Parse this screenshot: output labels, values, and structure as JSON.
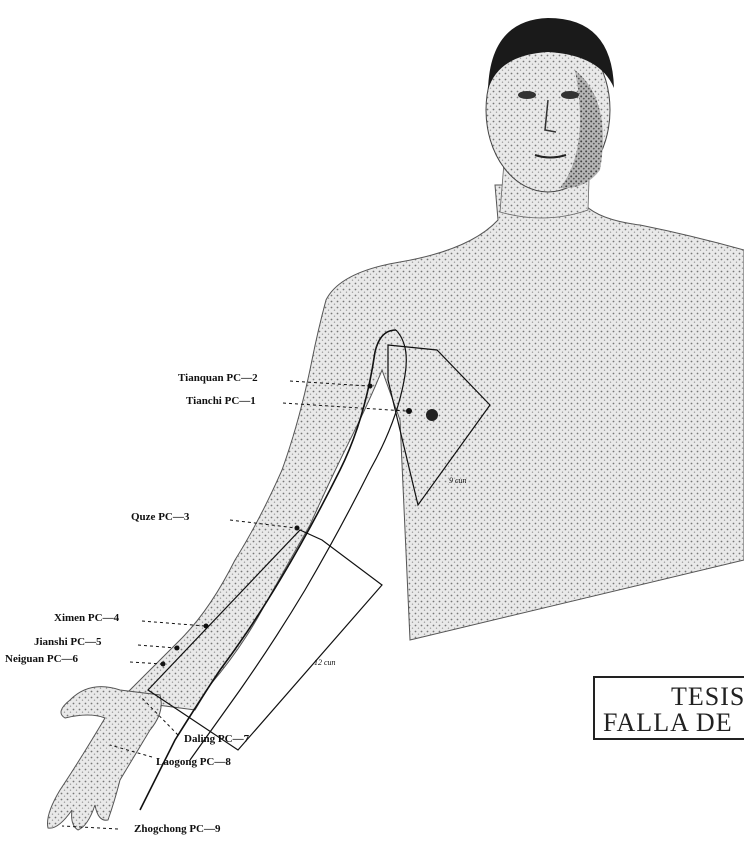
{
  "points": [
    {
      "id": "tianquan",
      "label": "Tianquan PC—2"
    },
    {
      "id": "tianchi",
      "label": "Tianchi PC—1"
    },
    {
      "id": "quze",
      "label": "Quze PC—3"
    },
    {
      "id": "ximen",
      "label": "Ximen PC—4"
    },
    {
      "id": "jianshi",
      "label": "Jianshi PC—5"
    },
    {
      "id": "neiguan",
      "label": "Neiguan PC—6"
    },
    {
      "id": "daling",
      "label": "Daling PC—7"
    },
    {
      "id": "laogong",
      "label": "Laogong PC—8"
    },
    {
      "id": "zhongchong",
      "label": "Zhogchong PC—9"
    }
  ],
  "measurements": {
    "upper_arm": "9 cun",
    "forearm": "12 cun"
  },
  "stamp": {
    "line1": "TESIS",
    "line2": "FALLA DE"
  },
  "colors": {
    "ink": "#111111",
    "skin_shade": "#8a8a8a",
    "hair": "#1a1a1a"
  }
}
